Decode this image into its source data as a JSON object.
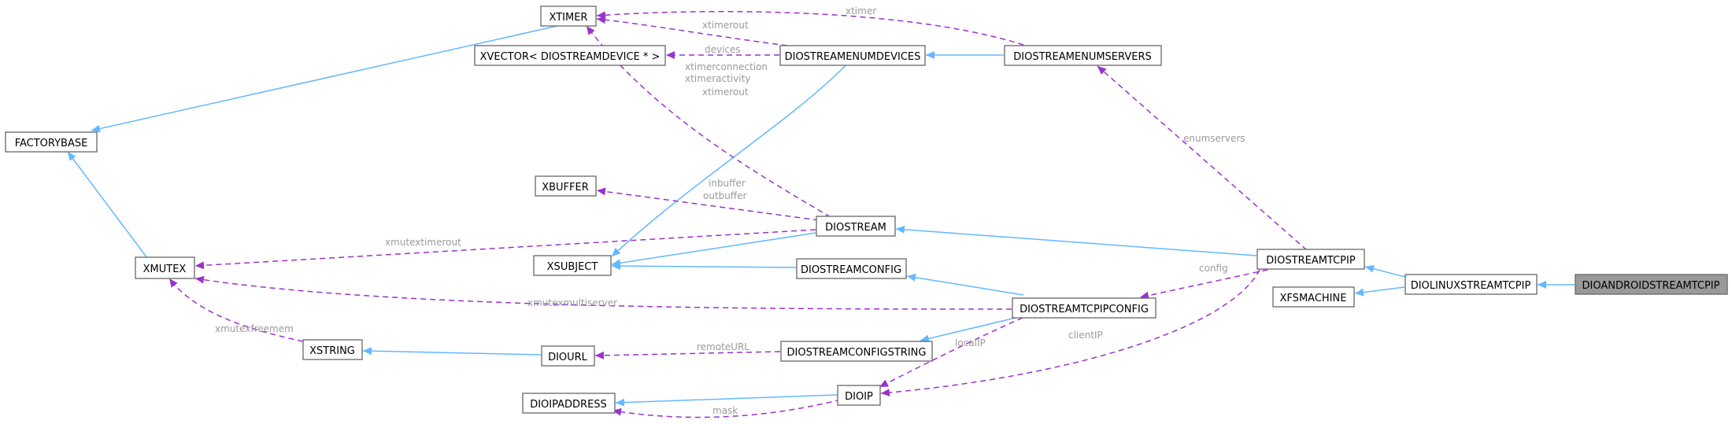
{
  "nodes": {
    "xtimer": "XTIMER",
    "xvector": "XVECTOR< DIOSTREAMDEVICE * >",
    "enumdevices": "DIOSTREAMENUMDEVICES",
    "enumservers": "DIOSTREAMENUMSERVERS",
    "factorybase": "FACTORYBASE",
    "xbuffer": "XBUFFER",
    "diostream": "DIOSTREAM",
    "xmutex": "XMUTEX",
    "xsubject": "XSUBJECT",
    "streamconfig": "DIOSTREAMCONFIG",
    "tcpip": "DIOSTREAMTCPIP",
    "linuxtcpip": "DIOLINUXSTREAMTCPIP",
    "androidtcpip": "DIOANDROIDSTREAMTCPIP",
    "xfsmachine": "XFSMACHINE",
    "tcpipconfig": "DIOSTREAMTCPIPCONFIG",
    "xstring": "XSTRING",
    "diourl": "DIOURL",
    "configstring": "DIOSTREAMCONFIGSTRING",
    "dioip": "DIOIP",
    "dioipaddress": "DIOIPADDRESS"
  },
  "labels": {
    "xtimer_top": "xtimer",
    "xtimerout_enum": "xtimerout",
    "devices": "devices",
    "xtimerconnection": "xtimerconnection",
    "xtimeractivity": "xtimeractivity",
    "xtimerout_stream": "xtimerout",
    "enumservers": "enumservers",
    "inbuffer": "inbuffer",
    "outbuffer": "outbuffer",
    "xmutextimerout": "xmutextimerout",
    "config": "config",
    "xmutexmultiserver": "xmutexmultiserver",
    "xmutexfreemem": "xmutexfreemem",
    "remoteURL": "remoteURL",
    "localIP": "localIP",
    "clientIP": "clientIP",
    "mask": "mask"
  },
  "colors": {
    "inheritance": "#63b8ff",
    "usage": "#9a32cd",
    "label": "#9a9a9a",
    "focus_fill": "#999999"
  }
}
